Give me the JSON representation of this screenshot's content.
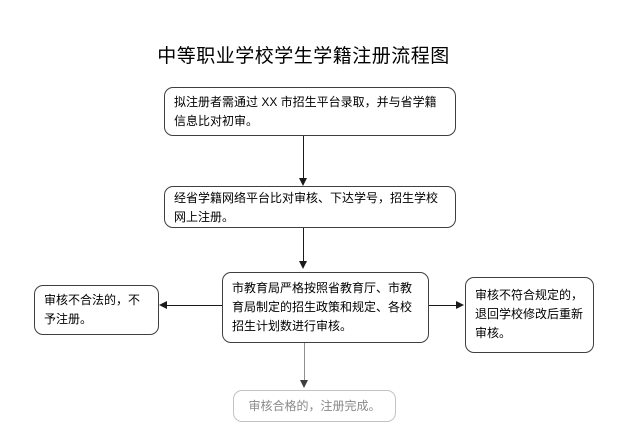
{
  "title": "中等职业学校学生学籍注册流程图",
  "nodes": {
    "step1": "拟注册者需通过 XX 市招生平台录取，并与省学籍信息比对初审。",
    "step2": "经省学籍网络平台比对审核、下达学号，招生学校网上注册。",
    "step3": "市教育局严格按照省教育厅、市教育局制定的招生政策和规定、各校招生计划数进行审核。",
    "reject_invalid": "审核不合法的，不予注册。",
    "reject_return": "审核不符合规定的，退回学校修改后重新审核。",
    "complete": "审核合格的，注册完成。"
  },
  "colors": {
    "background": "#ffffff",
    "node_border": "#3f3f3f",
    "node_text": "#000000",
    "arrow": "#1a1a1a",
    "muted_border": "#c3c3c3",
    "muted_text": "#8a8a8a",
    "muted_arrow": "#8f8f8f"
  }
}
